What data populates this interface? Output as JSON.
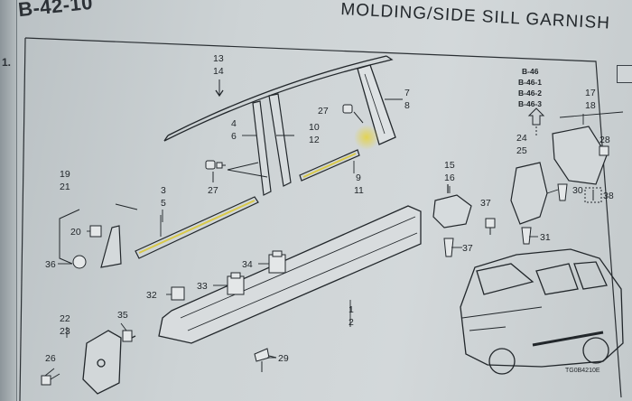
{
  "header": {
    "page_code": "B-42-10",
    "title": "MOLDING/SIDE SILL GARNISH",
    "edge_mark": "1."
  },
  "callouts": {
    "c1": "1",
    "c2": "2",
    "c3": "3",
    "c5": "5",
    "c4": "4",
    "c6": "6",
    "c7": "7",
    "c8": "8",
    "c9": "9",
    "c11": "11",
    "c10": "10",
    "c12": "12",
    "c13": "13",
    "c14": "14",
    "c15": "15",
    "c16": "16",
    "c17": "17",
    "c18": "18",
    "c19": "19",
    "c21": "21",
    "c20": "20",
    "c22": "22",
    "c23": "23",
    "c24": "24",
    "c25": "25",
    "c26": "26",
    "c27a": "27",
    "c27b": "27",
    "c28": "28",
    "c29": "29",
    "c30": "30",
    "c31": "31",
    "c32": "32",
    "c33": "33",
    "c34": "34",
    "c35": "35",
    "c36": "36",
    "c37a": "37",
    "c37b": "37",
    "c38": "38"
  },
  "cross_refs": [
    "B-46",
    "B-46-1",
    "B-46-2",
    "B-46-3"
  ],
  "figure_code": "TG0B4210E",
  "colors": {
    "ink": "#1f2428",
    "paper": "#cdd3d5",
    "highlight": "#d9c94a"
  }
}
